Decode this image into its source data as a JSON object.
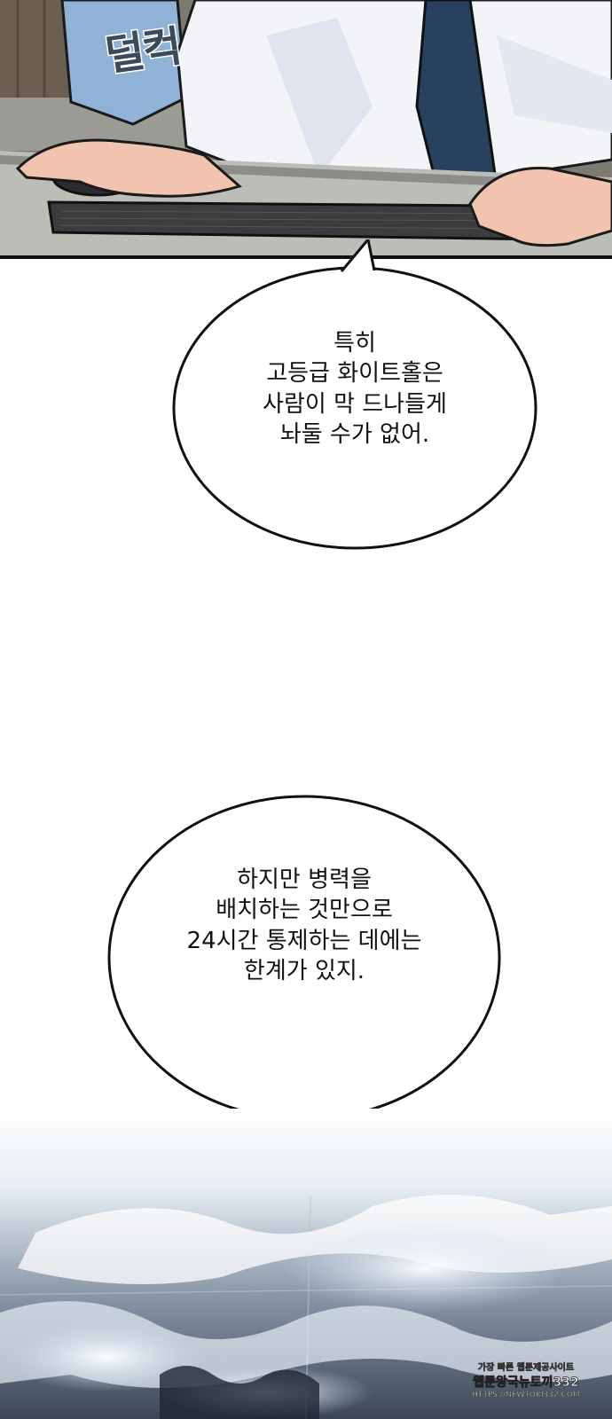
{
  "sound_effect": "덜컥",
  "bubble1": {
    "lines": [
      "특히",
      "고등급 화이트홀은",
      "사람이 막 드나들게",
      "놔둘 수가 없어."
    ]
  },
  "bubble2": {
    "lines": [
      "하지만 병력을",
      "배치하는 것만으로",
      "24시간 통제하는 데에는",
      "한계가 있지."
    ]
  },
  "watermark": {
    "line1": "가장 빠른 웹툰제공사이트",
    "line2": "웹툰왕국뉴토끼332",
    "line3": "HTTPS://NEWTOKI332.COM"
  }
}
